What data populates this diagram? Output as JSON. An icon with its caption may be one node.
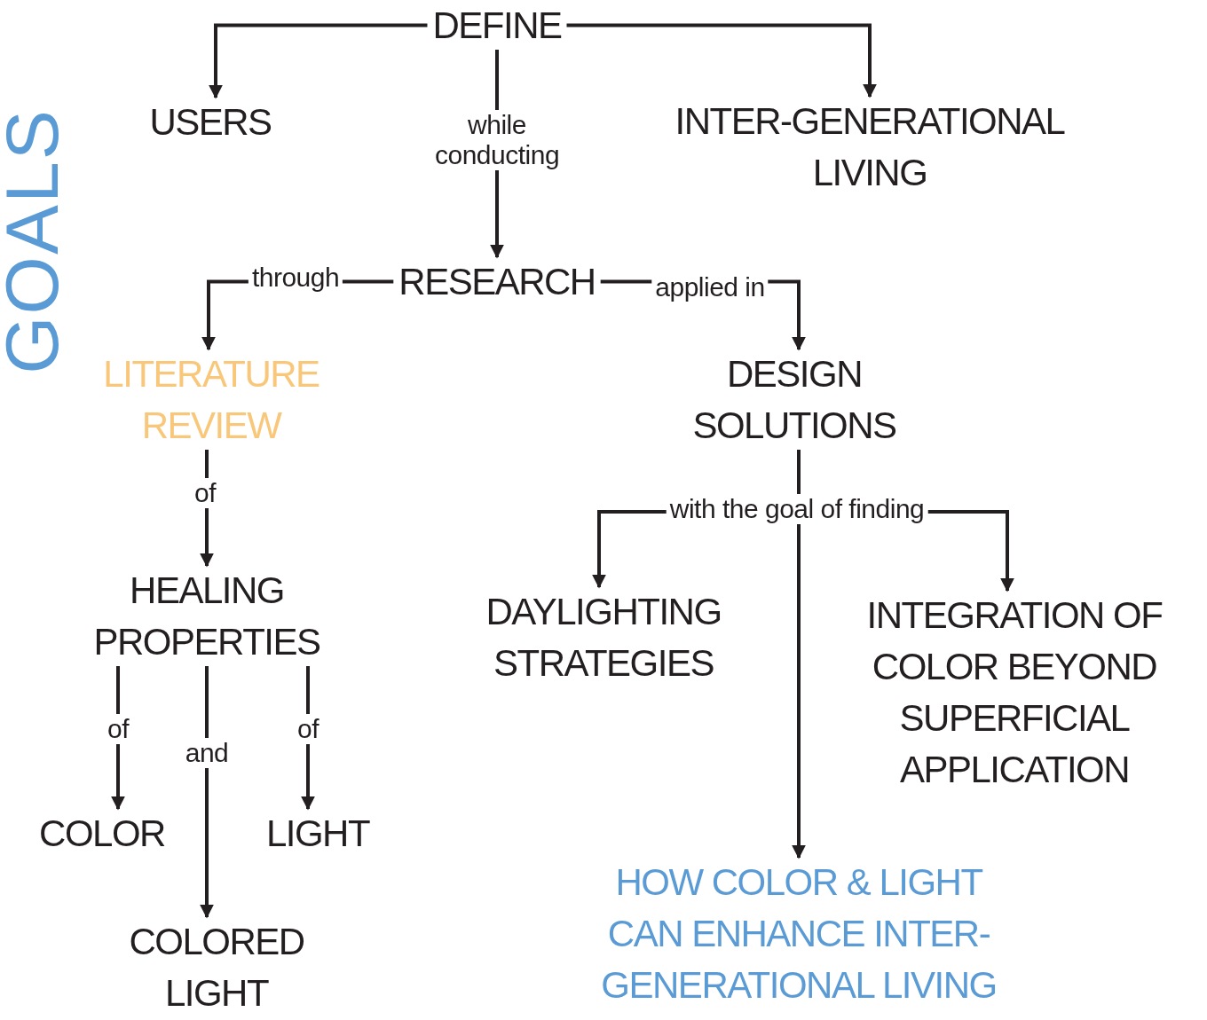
{
  "diagram": {
    "title": "GOALS",
    "nodes": [
      {
        "text": [
          "DEFINE"
        ]
      },
      {
        "text": [
          "USERS"
        ]
      },
      {
        "text": [
          "INTER-GENERATIONAL LIVING"
        ]
      },
      {
        "text": [
          "RESEARCH"
        ]
      },
      {
        "text": [
          "LITERATURE REVIEW"
        ]
      },
      {
        "text": [
          "DESIGN SOLUTIONS"
        ]
      },
      {
        "text": [
          "HEALING PROPERTIES"
        ]
      },
      {
        "text": [
          "COLOR"
        ]
      },
      {
        "text": [
          "COLORED LIGHT"
        ]
      },
      {
        "text": [
          "LIGHT"
        ]
      },
      {
        "text": [
          "DAYLIGHTING STRATEGIES"
        ]
      },
      {
        "text": [
          "INTEGRATION OF COLOR BEYOND SUPERFICIAL APPLICATION"
        ]
      },
      {
        "text": [
          "HOW COLOR & LIGHT CAN ENHANCE INTER-GENERATIONAL LIVING"
        ]
      }
    ],
    "edges": [
      {
        "from": 0,
        "to": 1,
        "arrow": "to"
      },
      {
        "from": 0,
        "to": 2,
        "arrow": "to"
      },
      {
        "from": 0,
        "to": 3,
        "arrow": "to",
        "label": "while conducting"
      },
      {
        "from": 3,
        "to": 4,
        "arrow": "to",
        "label": "through"
      },
      {
        "from": 3,
        "to": 5,
        "arrow": "to",
        "label": "applied in"
      },
      {
        "from": 4,
        "to": 6,
        "arrow": "to",
        "label": "of"
      },
      {
        "from": 6,
        "to": 7,
        "arrow": "to",
        "label": "of"
      },
      {
        "from": 6,
        "to": 8,
        "arrow": "to",
        "label": "and"
      },
      {
        "from": 6,
        "to": 9,
        "arrow": "to",
        "label": "of"
      },
      {
        "from": 5,
        "to": 10,
        "arrow": "to"
      },
      {
        "from": 5,
        "to": 12,
        "arrow": "to",
        "label": "with the goal of finding"
      },
      {
        "from": 5,
        "to": 11,
        "arrow": "to"
      }
    ]
  }
}
